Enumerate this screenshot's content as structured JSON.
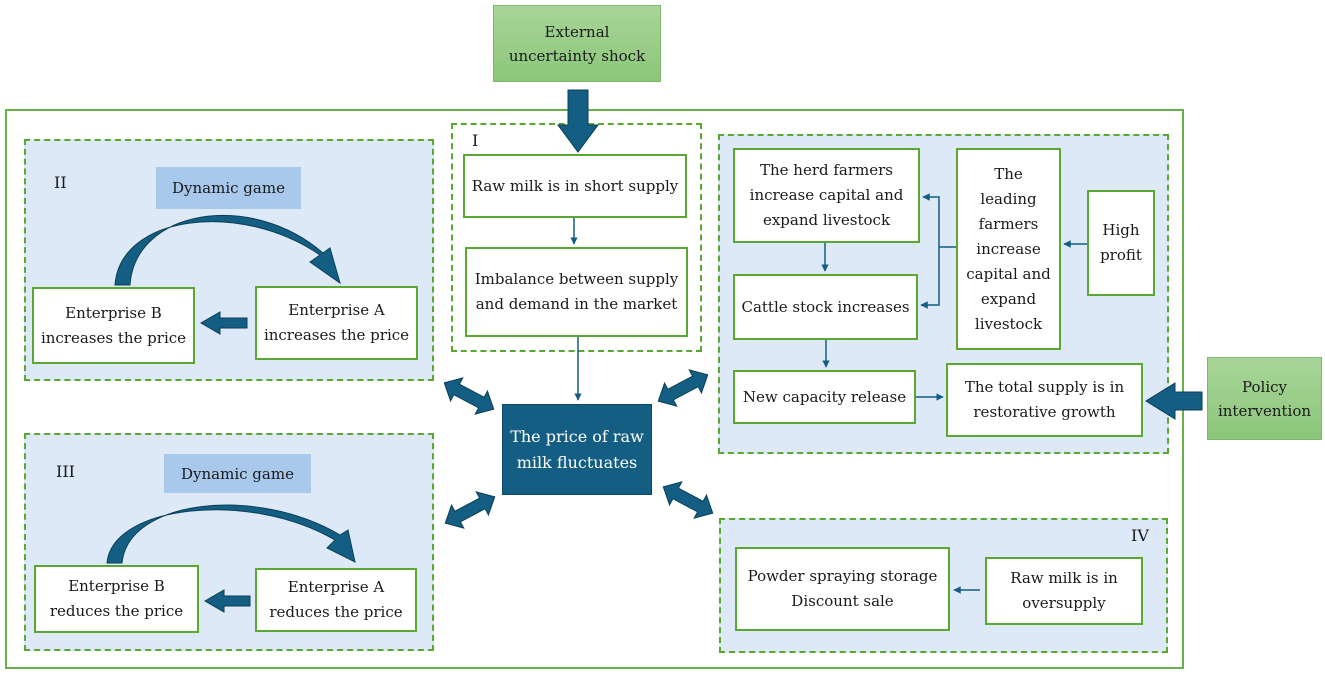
{
  "inputs": {
    "external_shock": "External\nuncertainty shock",
    "policy_intervention": "Policy\nintervention"
  },
  "center": {
    "label": "The price of raw\nmilk fluctuates"
  },
  "panel_I": {
    "numeral": "I",
    "short_supply": "Raw milk is in short supply",
    "imbalance": "Imbalance between supply\nand demand in the market"
  },
  "panel_II": {
    "numeral": "II",
    "dynamic_game": "Dynamic game",
    "enterprise_b": "Enterprise B\nincreases the price",
    "enterprise_a": "Enterprise A\nincreases the price"
  },
  "panel_III": {
    "numeral": "III",
    "dynamic_game": "Dynamic game",
    "enterprise_b": "Enterprise B\nreduces the price",
    "enterprise_a": "Enterprise A\nreduces the price"
  },
  "panel_right": {
    "herd_farmers": "The herd farmers\nincrease capital and\nexpand livestock",
    "leading_farmers": "The\nleading\nfarmers\nincrease\ncapital and\nexpand\nlivestock",
    "high_profit": "High\nprofit",
    "cattle_stock": "Cattle stock increases",
    "new_capacity": "New capacity release",
    "total_supply": "The total supply is in\nrestorative growth"
  },
  "panel_IV": {
    "numeral": "IV",
    "powder": "Powder spraying storage\nDiscount sale",
    "oversupply": "Raw milk is in\noversupply"
  },
  "colors": {
    "arrow": "#135e82",
    "panel_fill": "#dde9f6",
    "panel_border": "#5aa832",
    "input_green": "#99cd87",
    "dynamic_game_fill": "#a9c9ec"
  }
}
